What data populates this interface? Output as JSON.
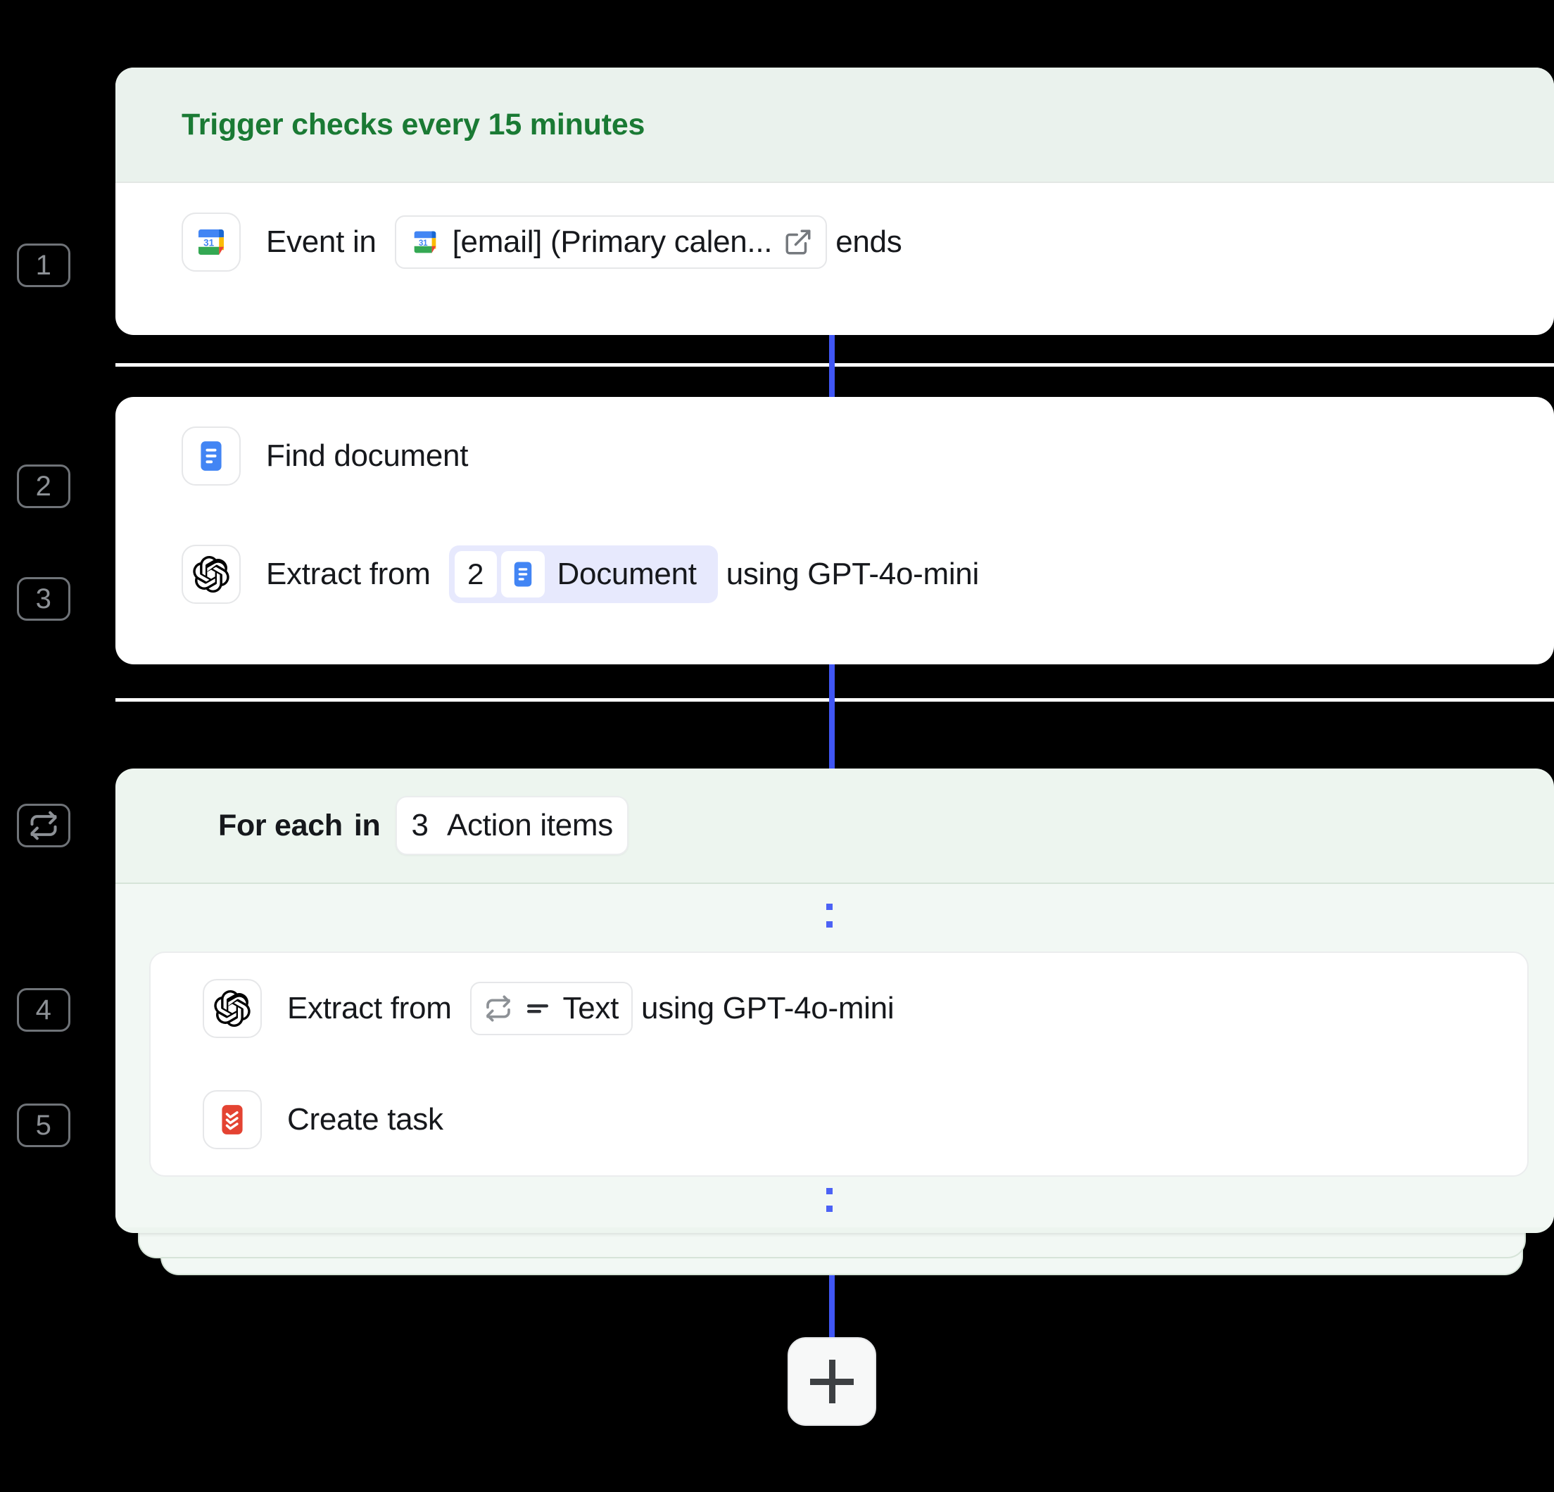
{
  "workflow": {
    "trigger": {
      "header": "Trigger checks every 15 minutes",
      "step_number": "1",
      "app_icon": "google-calendar-icon",
      "text_before": "Event in",
      "reference": {
        "icon": "google-calendar-icon",
        "label": "[email] (Primary calen...",
        "external_link_icon": "external-link-icon"
      },
      "text_after": "ends"
    },
    "actions": [
      {
        "step_number": "2",
        "app_icon": "google-docs-icon",
        "label": "Find document"
      },
      {
        "step_number": "3",
        "app_icon": "openai-icon",
        "text_before": "Extract from",
        "reference": {
          "number": "2",
          "icon": "google-docs-icon",
          "label": "Document"
        },
        "text_after": "using GPT-4o-mini"
      }
    ],
    "loop": {
      "badge_icon": "repeat-icon",
      "label_prefix": "For each",
      "label_in": "in",
      "source": {
        "number": "3",
        "label": "Action items"
      },
      "steps": [
        {
          "step_number": "4",
          "app_icon": "openai-icon",
          "text_before": "Extract from",
          "reference": {
            "icon": "repeat-icon",
            "type_icon": "text-type-icon",
            "label": "Text"
          },
          "text_after": "using GPT-4o-mini"
        },
        {
          "step_number": "5",
          "app_icon": "todoist-icon",
          "label": "Create task"
        }
      ]
    },
    "add_step_button": {
      "icon": "plus-icon",
      "label": ""
    }
  },
  "colors": {
    "background": "#000000",
    "trigger_header_bg": "#eaf2ed",
    "trigger_header_text": "#1a7a34",
    "loop_bg": "#edf5ef",
    "loop_body_bg": "#f2f8f4",
    "connector": "#4056f4",
    "reference_pill": "#e7e9fd",
    "google_blue": "#4285f4",
    "todoist_red": "#e44332"
  }
}
